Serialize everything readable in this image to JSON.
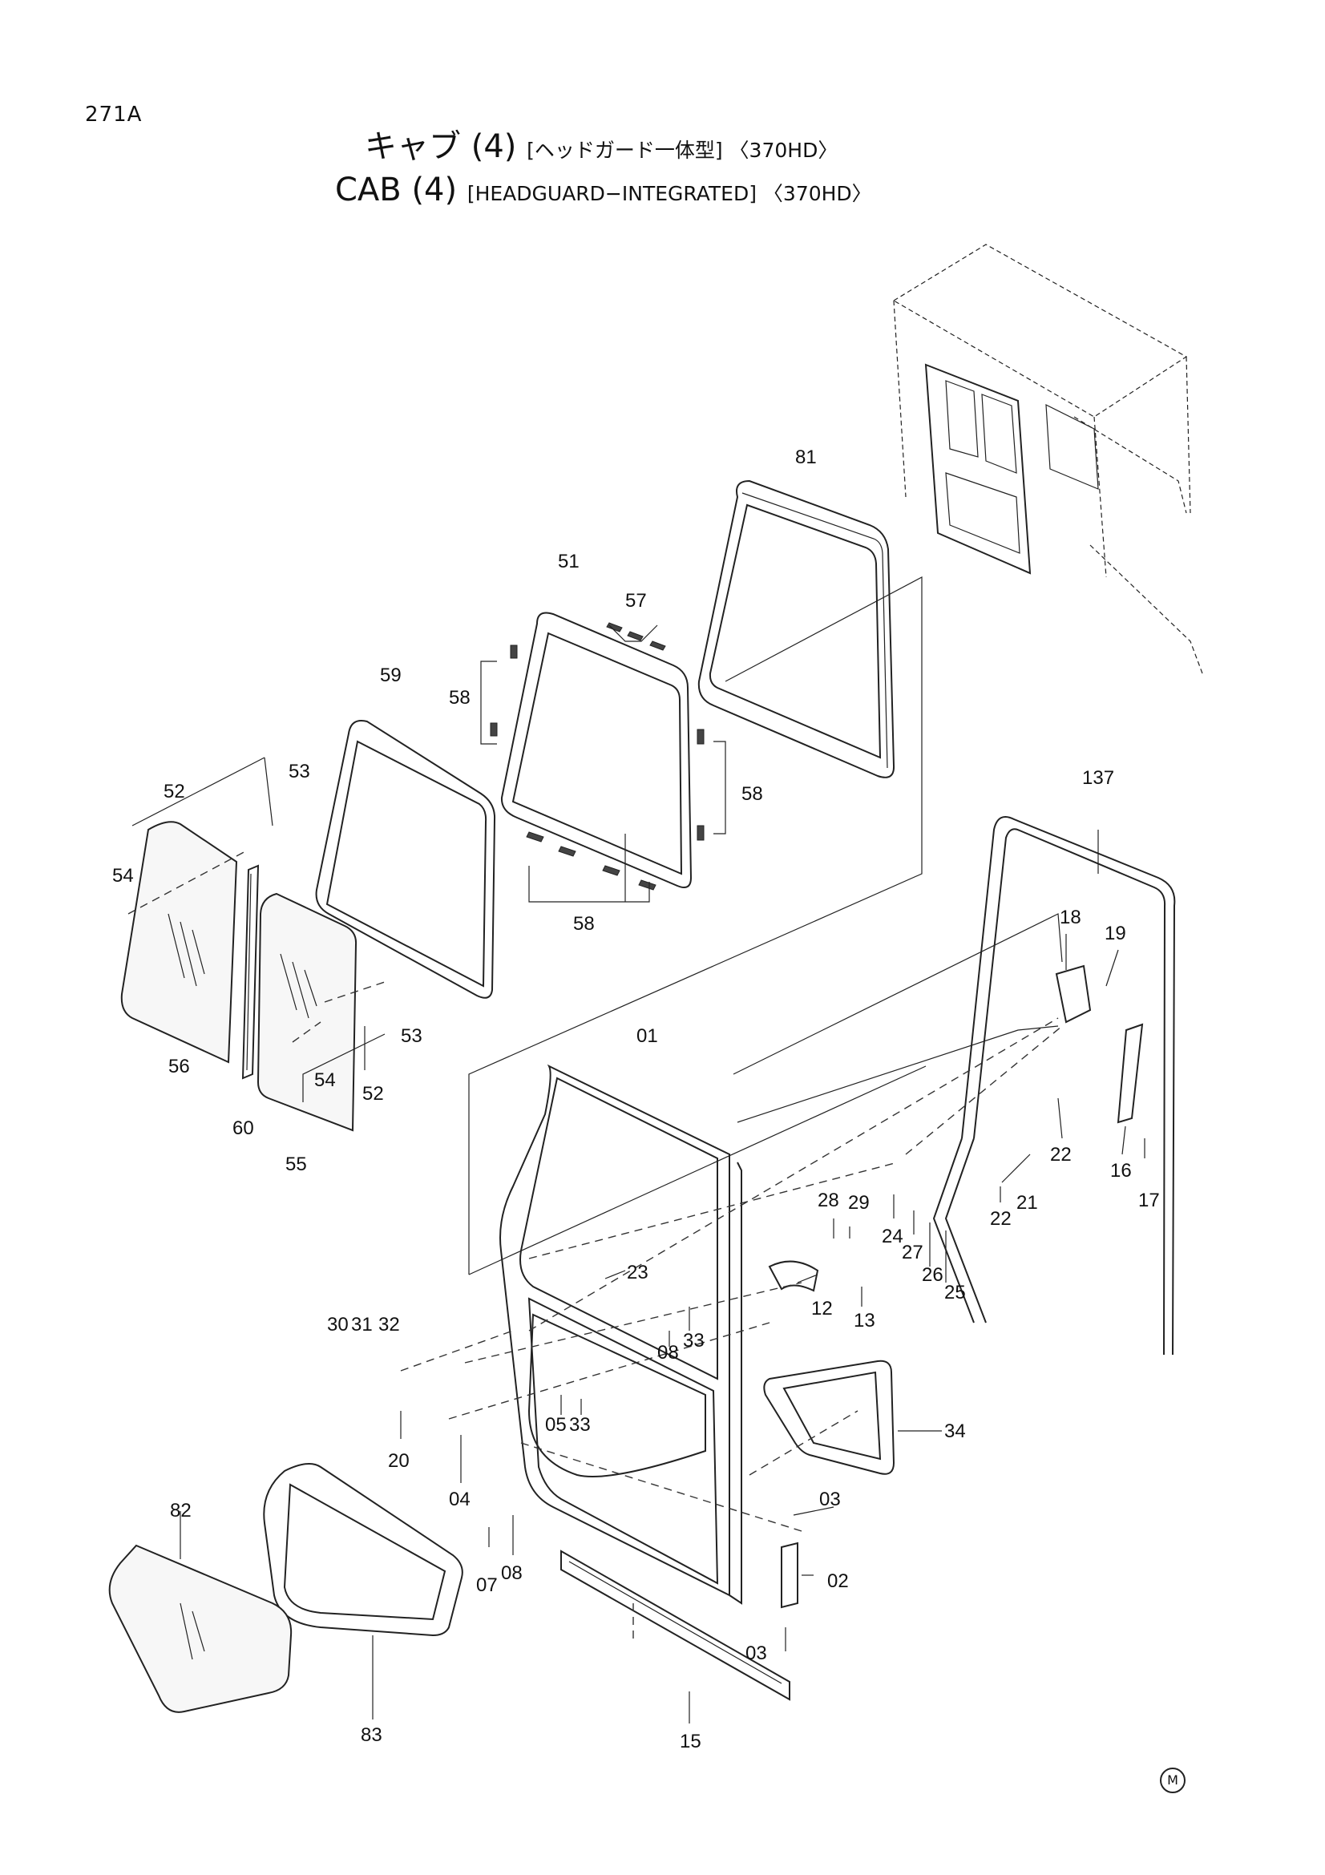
{
  "page": {
    "number": "271A",
    "title_jp": "キャブ (4)",
    "title_jp_sub": "[ヘッドガード一体型] 〈370HD〉",
    "title_en": "CAB (4)",
    "title_en_sub": "[HEADGUARD−INTEGRATED] 〈370HD〉",
    "corner_mark": "M"
  },
  "parts": {
    "p81": "81",
    "p51": "51",
    "p57": "57",
    "p59": "59",
    "p58a": "58",
    "p58b": "58",
    "p58c": "58",
    "p52a": "52",
    "p53a": "53",
    "p54a": "54",
    "p56": "56",
    "p60": "60",
    "p55": "55",
    "p54b": "54",
    "p53b": "53",
    "p52b": "52",
    "p137": "137",
    "p18": "18",
    "p19": "19",
    "p01": "01",
    "p22a": "22",
    "p22b": "22",
    "p21": "21",
    "p16": "16",
    "p17": "17",
    "p28": "28",
    "p29": "29",
    "p24": "24",
    "p27": "27",
    "p26": "26",
    "p25": "25",
    "p23": "23",
    "p12": "12",
    "p13": "13",
    "p30": "30",
    "p31": "31",
    "p32": "32",
    "p08a": "08",
    "p33a": "33",
    "p05": "05",
    "p33b": "33",
    "p34": "34",
    "p20": "20",
    "p04": "04",
    "p03a": "03",
    "p82": "82",
    "p07": "07",
    "p08b": "08",
    "p02": "02",
    "p03b": "03",
    "p83": "83",
    "p15": "15"
  }
}
